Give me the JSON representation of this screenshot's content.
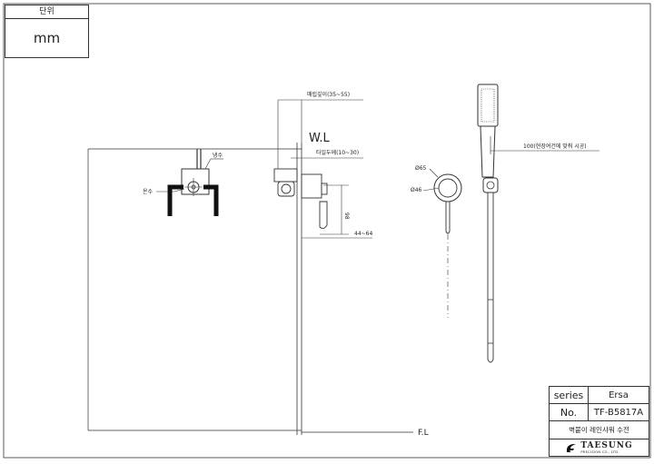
{
  "unit": {
    "header": "단위",
    "value": "mm"
  },
  "labels": {
    "wl": "W.L",
    "fl": "F.L",
    "embed_depth": "매립깊이(35~55)",
    "tile_thickness": "타일두께(10~30)",
    "dim_98": "98",
    "dim_44_64": "44~64",
    "cold_water": "냉수",
    "hot_water": "온수",
    "dia_65": "Ø65",
    "dia_46": "Ø46",
    "dim_100": "100(현장여건에 맞춰 시공)"
  },
  "title_block": {
    "series_label": "series",
    "series_value": "Ersa",
    "no_label": "No.",
    "no_value": "TF-B5817A",
    "description": "벽붙이 레인샤워 수전",
    "logo_text": "TAESUNG",
    "logo_sub": "PRECISION CO., LTD."
  },
  "colors": {
    "line": "#333333",
    "pipe": "#111111",
    "paper": "#ffffff"
  }
}
